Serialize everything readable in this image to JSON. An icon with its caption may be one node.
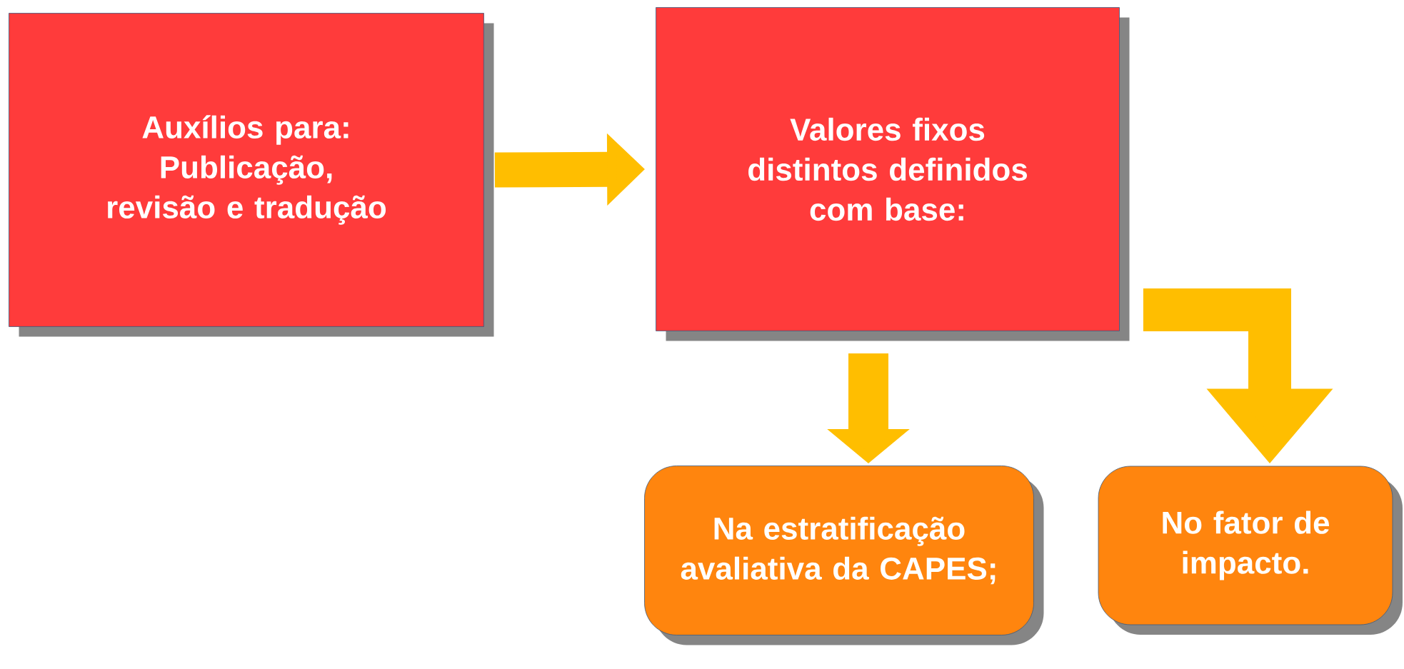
{
  "diagram": {
    "nodes": [
      {
        "text": [
          "Auxílios para: Publicação, revisão e tradução"
        ]
      },
      {
        "text": [
          "Valores fixos distintos definidos com base:"
        ]
      },
      {
        "text": [
          "Na estratificação avaliativa da CAPES;"
        ]
      },
      {
        "text": [
          "No fator de impacto."
        ]
      }
    ],
    "edges": [
      {
        "from": 0,
        "to": 1,
        "arrow": "to"
      },
      {
        "from": 1,
        "to": 2,
        "arrow": "to"
      },
      {
        "from": 1,
        "to": 3,
        "arrow": "to"
      }
    ]
  }
}
